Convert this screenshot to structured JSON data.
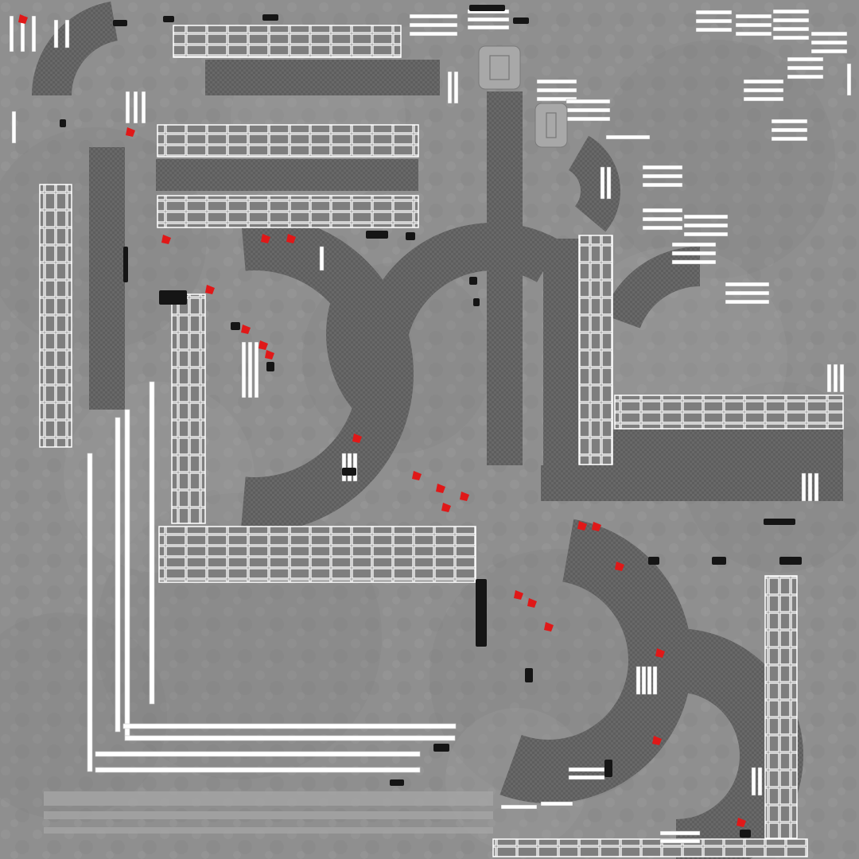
{
  "texture": {
    "colors": {
      "concrete": "#8e8e8e",
      "concrete_light": "#a3a3a3",
      "concrete_dark": "#7c7c7c",
      "asphalt": "#6a6a6a",
      "asphalt_dark": "#5d5d5d",
      "marking": "#ffffff",
      "black_mark": "#151515",
      "red_mark": "#e01818",
      "pad": "#a8a8a8"
    },
    "icons": [
      "tarmac-texture-atlas",
      "grid-panel",
      "curved-taxiway",
      "stripe-marking"
    ]
  }
}
